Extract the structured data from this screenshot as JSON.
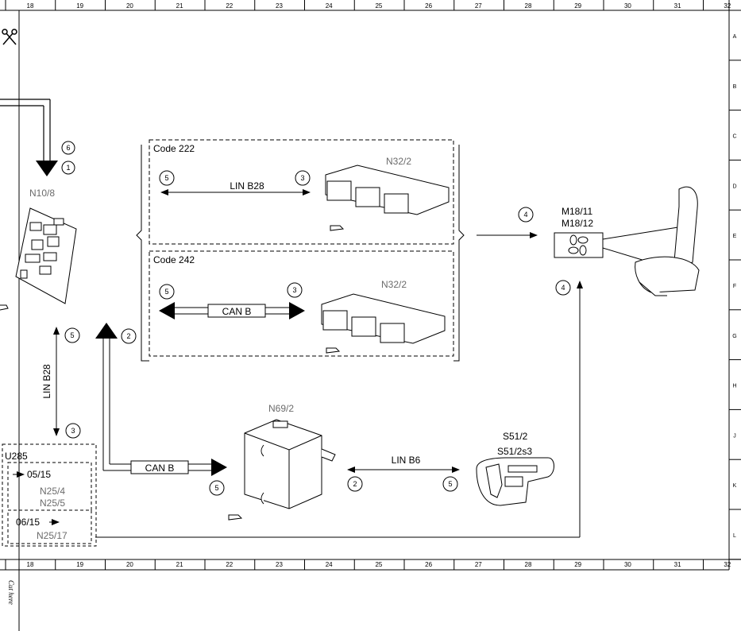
{
  "grid": {
    "columns": [
      "18",
      "19",
      "20",
      "21",
      "22",
      "23",
      "24",
      "25",
      "26",
      "27",
      "28",
      "29",
      "30",
      "31",
      "32"
    ],
    "rows": [
      "A",
      "B",
      "C",
      "D",
      "E",
      "F",
      "G",
      "H",
      "J",
      "K",
      "L"
    ]
  },
  "cut_here": "Cut here",
  "scissors_icon": "scissors-icon",
  "components": {
    "n10_8": "N10/8",
    "n32_2_top": "N32/2",
    "n32_2_bottom": "N32/2",
    "n69_2": "N69/2",
    "m18_11": "M18/11",
    "m18_12": "M18/12",
    "s51_2": "S51/2",
    "s51_2s3": "S51/2s3",
    "n25_4": "N25/4",
    "n25_5": "N25/5",
    "n25_17": "N25/17"
  },
  "groups": {
    "code222": "Code 222",
    "code242": "Code 242",
    "u285": "U285",
    "from_0515": "05/15",
    "from_0615": "06/15"
  },
  "connections": {
    "lin_b28_top": "LIN B28",
    "can_b_mid": "CAN B",
    "lin_b28_left": "LIN B28",
    "can_b_left": "CAN B",
    "lin_b6": "LIN B6"
  },
  "circles": {
    "c6": "6",
    "c1": "1",
    "c222_left": "5",
    "c222_right": "3",
    "c242_left": "5",
    "c242_right": "3",
    "c_fan_top": "4",
    "c_fan_bottom": "4",
    "c_lin_left_top": "5",
    "c_lin_left_bottom": "3",
    "c_can_left": "2",
    "c_can_right": "5",
    "c_lin6_left": "2",
    "c_lin6_right": "5"
  }
}
